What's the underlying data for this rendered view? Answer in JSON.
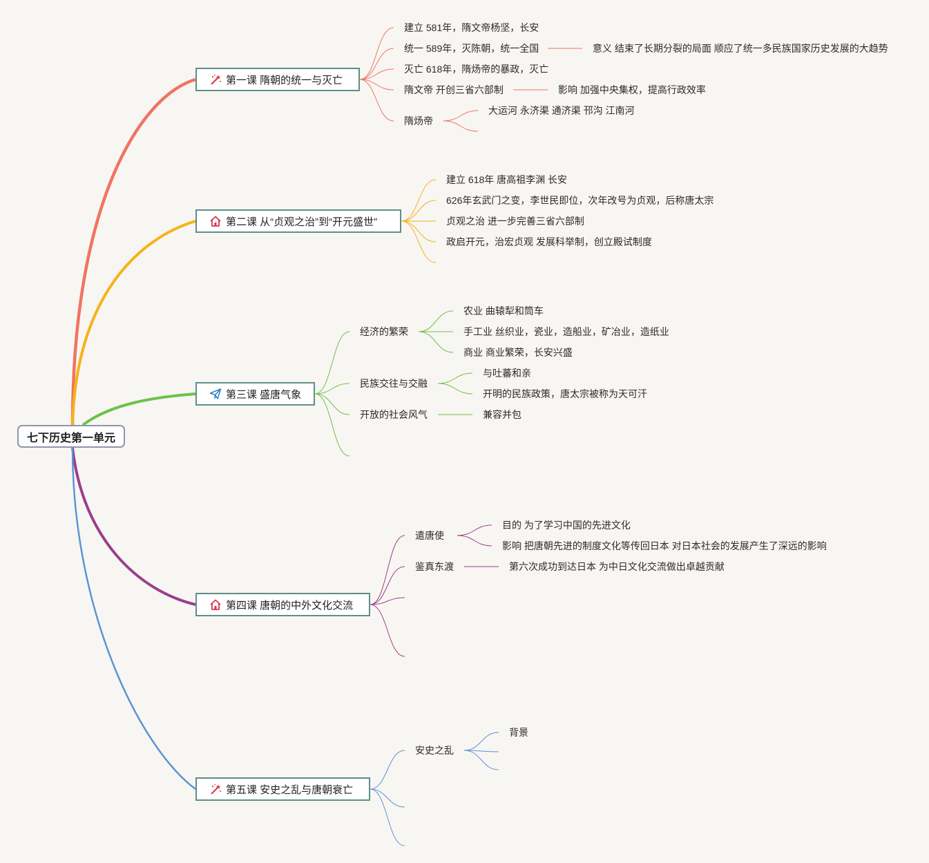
{
  "root": {
    "title": "七下历史第一单元"
  },
  "colors": {
    "l1": "#f07462",
    "l2": "#f5b21a",
    "l3": "#6cc24a",
    "l4": "#9a3f8c",
    "l5": "#5b93d4",
    "icon_red": "#d9344c",
    "icon_blue": "#2f86c9"
  },
  "lessons": [
    {
      "title": "第一课 隋朝的统一与灭亡",
      "icon": "magic-wand-icon",
      "items": [
        {
          "text": "建立 581年，隋文帝杨坚，长安"
        },
        {
          "text": "统一 589年，灭陈朝，统一全国",
          "note": "意义 结束了长期分裂的局面 顺应了统一多民族国家历史发展的大趋势"
        },
        {
          "text": "灭亡 618年，隋炀帝的暴政，灭亡"
        },
        {
          "text": "隋文帝 开创三省六部制",
          "note": "影响 加强中央集权，提高行政效率"
        },
        {
          "text": "隋炀帝",
          "children": [
            "大运河 永济渠 通济渠 邗沟 江南河"
          ]
        }
      ]
    },
    {
      "title": "第二课 从“贞观之治”到“开元盛世”",
      "icon": "home-icon",
      "items": [
        {
          "text": "建立 618年 唐高祖李渊 长安"
        },
        {
          "text": "626年玄武门之变，李世民即位，次年改号为贞观，后称唐太宗"
        },
        {
          "text": "贞观之治 进一步完善三省六部制"
        },
        {
          "text": "政启开元，治宏贞观 发展科举制，创立殿试制度"
        }
      ]
    },
    {
      "title": "第三课 盛唐气象",
      "icon": "paper-plane-icon",
      "items": [
        {
          "text": "经济的繁荣",
          "children": [
            "农业 曲辕犁和筒车",
            "手工业 丝织业，瓷业，造船业，矿冶业，造纸业",
            "商业 商业繁荣，长安兴盛"
          ]
        },
        {
          "text": "民族交往与交融",
          "children": [
            "与吐蕃和亲",
            "开明的民族政策，唐太宗被称为天可汗"
          ]
        },
        {
          "text": "开放的社会风气",
          "children": [
            "兼容并包"
          ]
        }
      ]
    },
    {
      "title": "第四课 唐朝的中外文化交流",
      "icon": "home-icon",
      "items": [
        {
          "text": "遣唐使",
          "children": [
            "目的 为了学习中国的先进文化",
            "影响 把唐朝先进的制度文化等传回日本 对日本社会的发展产生了深远的影响"
          ]
        },
        {
          "text": "鉴真东渡",
          "children": [
            "第六次成功到达日本 为中日文化交流做出卓越贡献"
          ]
        }
      ]
    },
    {
      "title": "第五课 安史之乱与唐朝衰亡",
      "icon": "magic-wand-icon",
      "items": [
        {
          "text": "安史之乱",
          "children": [
            "背景"
          ]
        }
      ]
    }
  ]
}
